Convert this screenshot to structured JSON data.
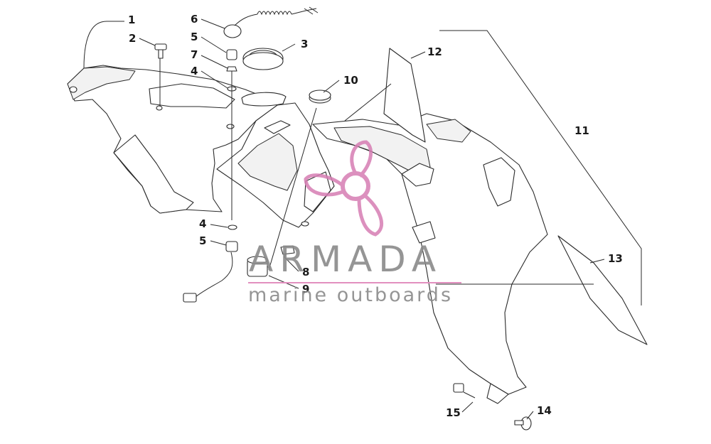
{
  "callouts": [
    {
      "id": "1",
      "label": "1"
    },
    {
      "id": "2",
      "label": "2"
    },
    {
      "id": "3",
      "label": "3"
    },
    {
      "id": "4a",
      "label": "4"
    },
    {
      "id": "4b",
      "label": "4"
    },
    {
      "id": "5a",
      "label": "5"
    },
    {
      "id": "5b",
      "label": "5"
    },
    {
      "id": "6",
      "label": "6"
    },
    {
      "id": "7",
      "label": "7"
    },
    {
      "id": "8",
      "label": "8"
    },
    {
      "id": "9",
      "label": "9"
    },
    {
      "id": "10",
      "label": "10"
    },
    {
      "id": "11",
      "label": "11"
    },
    {
      "id": "12",
      "label": "12"
    },
    {
      "id": "13",
      "label": "13"
    },
    {
      "id": "14",
      "label": "14"
    },
    {
      "id": "15",
      "label": "15"
    }
  ],
  "watermark": {
    "brand": "ARMADA",
    "subtitle": "marine outboards",
    "logo_icon": "propeller-logo-icon",
    "accent_color": "#d67db3",
    "text_color": "#8a8a8a"
  }
}
